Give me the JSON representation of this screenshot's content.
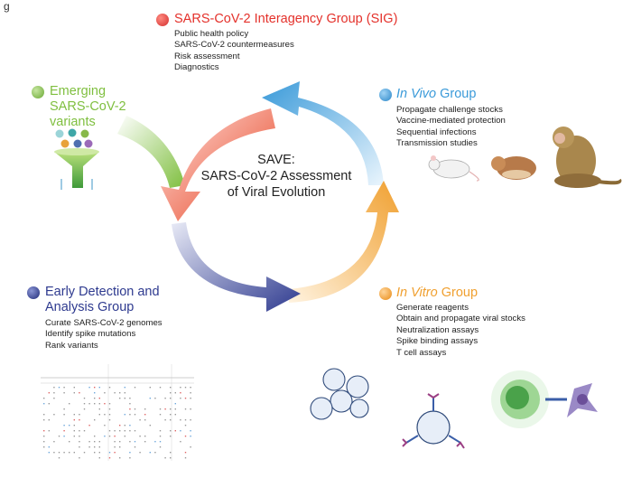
{
  "corner_label": "g",
  "center": {
    "line1": "SAVE:",
    "line2": "SARS-CoV-2 Assessment",
    "line3": "of Viral Evolution"
  },
  "sig": {
    "title": "SARS-CoV-2 Interagency Group (SIG)",
    "items": [
      "Public health policy",
      "SARS-CoV-2 countermeasures",
      "Risk assessment",
      "Diagnostics"
    ],
    "color": "#e4312b"
  },
  "emerging": {
    "title_line1": "Emerging",
    "title_line2": "SARS-CoV-2",
    "title_line3": "variants",
    "color": "#7fbf3f"
  },
  "invivo": {
    "title_italic": "In Vivo",
    "title_rest": " Group",
    "items": [
      "Propagate challenge stocks",
      "Vaccine-mediated protection",
      "Sequential infections",
      "Transmission studies"
    ],
    "color": "#3a9ad9"
  },
  "early": {
    "title_line1": "Early Detection and",
    "title_line2": "Analysis Group",
    "items": [
      "Curate SARS-CoV-2 genomes",
      "Identify spike mutations",
      "Rank variants"
    ],
    "color": "#2e3a8f"
  },
  "invitro": {
    "title_italic": "In Vitro",
    "title_rest": " Group",
    "items": [
      "Generate reagents",
      "Obtain and propagate viral stocks",
      "Neutralization assays",
      "Spike binding assays",
      "T cell assays"
    ],
    "color": "#f0a030"
  }
}
